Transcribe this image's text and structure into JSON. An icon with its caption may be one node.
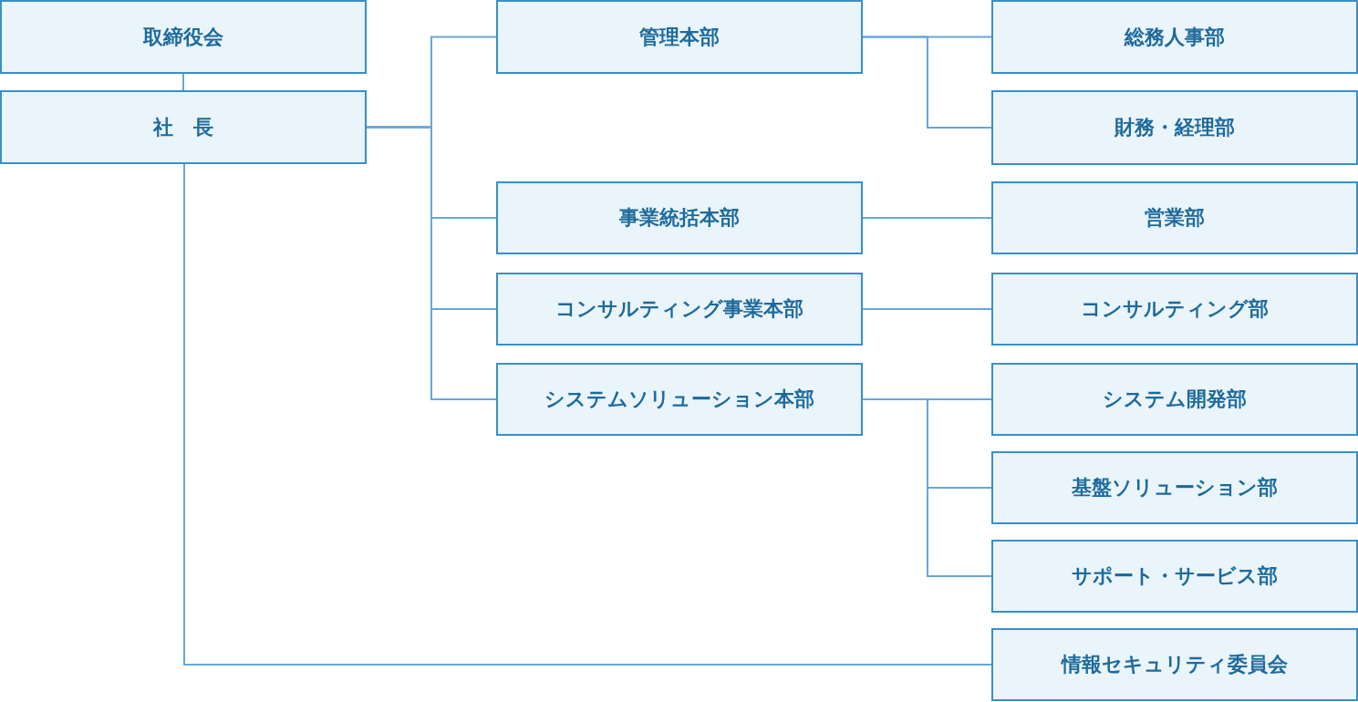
{
  "diagram": {
    "nodes": [
      {
        "text": [
          "取締役会"
        ]
      },
      {
        "text": [
          "社　長"
        ]
      },
      {
        "text": [
          "管理本部"
        ]
      },
      {
        "text": [
          "事業統括本部"
        ]
      },
      {
        "text": [
          "コンサルティング事業本部"
        ]
      },
      {
        "text": [
          "システムソリューション本部"
        ]
      },
      {
        "text": [
          "総務人事部"
        ]
      },
      {
        "text": [
          "財務・経理部"
        ]
      },
      {
        "text": [
          "営業部"
        ]
      },
      {
        "text": [
          "コンサルティング部"
        ]
      },
      {
        "text": [
          "システム開発部"
        ]
      },
      {
        "text": [
          "基盤ソリューション部"
        ]
      },
      {
        "text": [
          "サポート・サービス部"
        ]
      },
      {
        "text": [
          "情報セキュリティ委員会"
        ]
      }
    ],
    "edges": [
      {
        "from": 0,
        "to": 1,
        "arrow": "none"
      },
      {
        "from": 1,
        "to": 2,
        "arrow": "none"
      },
      {
        "from": 1,
        "to": 3,
        "arrow": "none"
      },
      {
        "from": 1,
        "to": 4,
        "arrow": "none"
      },
      {
        "from": 1,
        "to": 5,
        "arrow": "none"
      },
      {
        "from": 2,
        "to": 6,
        "arrow": "none"
      },
      {
        "from": 2,
        "to": 7,
        "arrow": "none"
      },
      {
        "from": 3,
        "to": 8,
        "arrow": "none"
      },
      {
        "from": 4,
        "to": 9,
        "arrow": "none"
      },
      {
        "from": 5,
        "to": 10,
        "arrow": "none"
      },
      {
        "from": 5,
        "to": 11,
        "arrow": "none"
      },
      {
        "from": 5,
        "to": 12,
        "arrow": "none"
      },
      {
        "from": 1,
        "to": 13,
        "arrow": "none"
      }
    ]
  }
}
